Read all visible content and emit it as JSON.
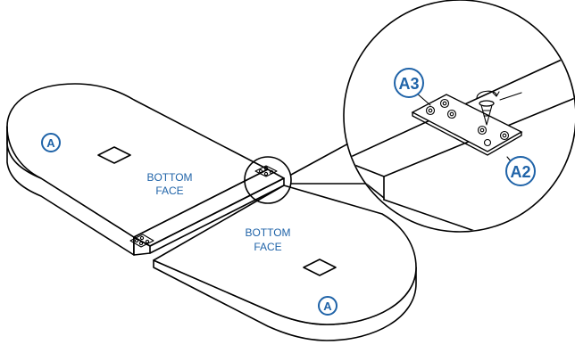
{
  "labels": {
    "top_left_part": "A",
    "bottom_right_part": "A",
    "bottom_face_left": [
      "BOTTOM",
      "FACE"
    ],
    "bottom_face_right": [
      "BOTTOM",
      "FACE"
    ],
    "detail_plate": "A3",
    "detail_screw": "A2"
  },
  "colors": {
    "callout": "#1f63a8",
    "line": "#000000",
    "background": "#ffffff"
  }
}
